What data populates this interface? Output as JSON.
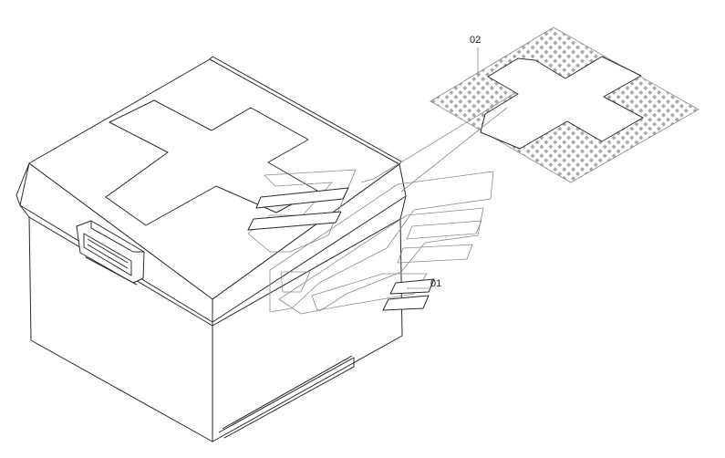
{
  "callouts": [
    {
      "id": "01",
      "text": "01"
    },
    {
      "id": "02",
      "text": "02"
    }
  ],
  "colors": {
    "line": "#2b2b2b",
    "pattern": "#9a9a9a",
    "background": "#ffffff"
  }
}
